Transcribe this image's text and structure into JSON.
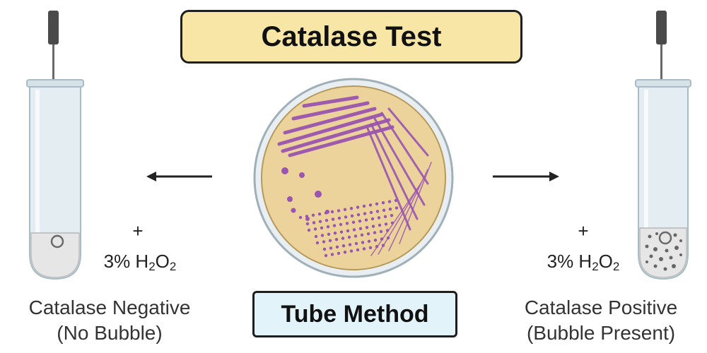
{
  "title": "Catalase Test",
  "method": "Tube Method",
  "left": {
    "plus": "+",
    "reagent_prefix": "3% H",
    "reagent_sub1": "2",
    "reagent_mid": "O",
    "reagent_sub2": "2",
    "result_line1": "Catalase Negative",
    "result_line2": "(No Bubble)"
  },
  "right": {
    "plus": "+",
    "reagent_prefix": "3% H",
    "reagent_sub1": "2",
    "reagent_mid": "O",
    "reagent_sub2": "2",
    "result_line1": "Catalase Positive",
    "result_line2": "(Bubble Present)"
  },
  "colors": {
    "title_bg": "#f7e6a6",
    "method_bg": "#e3f3fa",
    "agar": "#ecd39c",
    "colony": "#9a55b0",
    "tube_glass": "#d8e4ea",
    "liquid": "#e9e9e9"
  }
}
